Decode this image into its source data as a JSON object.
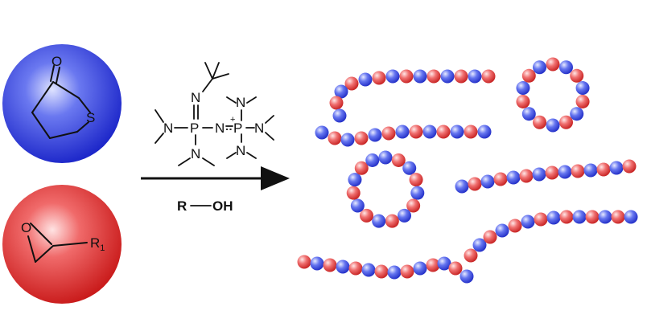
{
  "monomers": {
    "thiolactone": {
      "ring_atom": "S",
      "carbonyl_atom": "O",
      "sphere_color": "#2030e0"
    },
    "epoxide": {
      "ring_atom": "O",
      "substituent": "R",
      "substituent_subscript": "1",
      "sphere_color": "#e02020"
    }
  },
  "catalyst": {
    "imine_n": "N",
    "left_p": "P",
    "right_p": "P",
    "bridge_n": "N",
    "amino_n": "N",
    "plus_sign": "+"
  },
  "reagent": {
    "r": "R",
    "oh": "OH"
  },
  "beads": {
    "blue": "#3040e8",
    "red": "#e83838"
  }
}
